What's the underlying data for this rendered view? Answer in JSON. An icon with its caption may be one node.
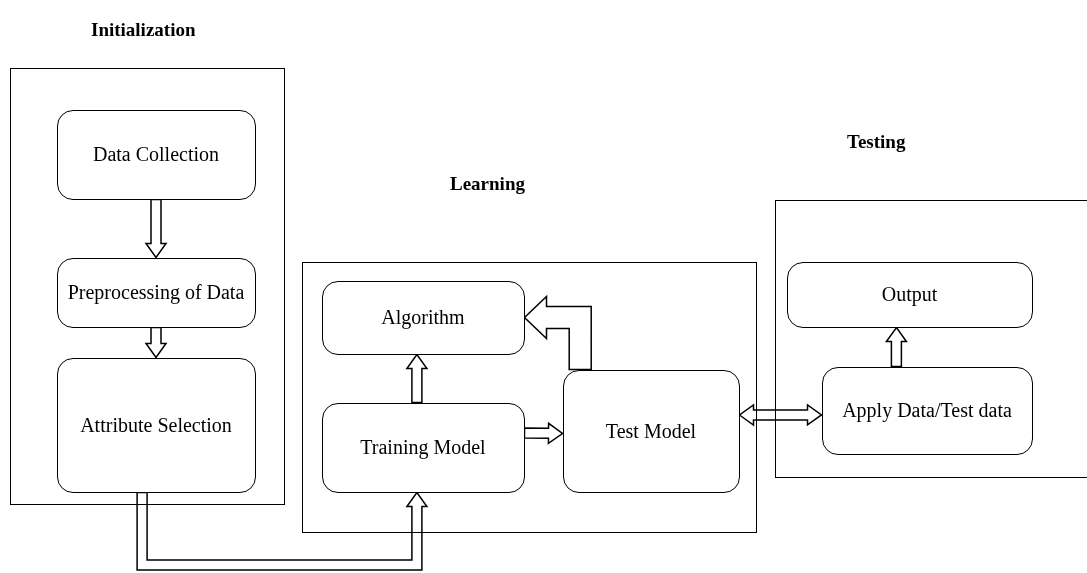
{
  "diagram": {
    "nodes": [
      {
        "text": [
          "Initialization"
        ]
      },
      {
        "text": [
          "Data Collection"
        ],
        "in": 0
      },
      {
        "text": [
          "Preprocessing of Data"
        ],
        "in": 0
      },
      {
        "text": [
          "Attribute Selection"
        ],
        "in": 0
      },
      {
        "text": [
          "Learning"
        ]
      },
      {
        "text": [
          "Algorithm"
        ],
        "in": 4
      },
      {
        "text": [
          "Training Model"
        ],
        "in": 4
      },
      {
        "text": [
          "Test Model"
        ],
        "in": 4
      },
      {
        "text": [
          "Testing"
        ]
      },
      {
        "text": [
          "Output"
        ],
        "in": 8
      },
      {
        "text": [
          "Apply Data/Test data"
        ],
        "in": 8
      }
    ],
    "edges": [
      {
        "from": 1,
        "to": 2,
        "arrow": "to"
      },
      {
        "from": 2,
        "to": 3,
        "arrow": "to"
      },
      {
        "from": 3,
        "to": 6,
        "arrow": "to"
      },
      {
        "from": 6,
        "to": 5,
        "arrow": "to"
      },
      {
        "from": 6,
        "to": 7,
        "arrow": "to"
      },
      {
        "from": 7,
        "to": 5,
        "arrow": "to"
      },
      {
        "from": 7,
        "to": 10,
        "arrow": "both"
      },
      {
        "from": 10,
        "to": 9,
        "arrow": "to"
      }
    ]
  }
}
